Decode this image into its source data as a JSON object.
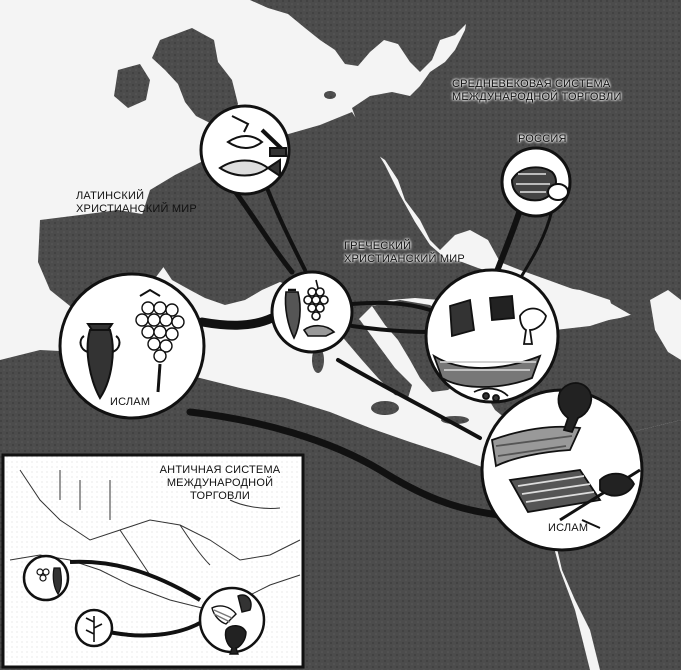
{
  "labels": {
    "medieval_system": [
      "СРЕДНЕВЕКОВАЯ СИСТЕМА",
      "МЕЖДУНАРОДНОЙ ТОРГОВЛИ"
    ],
    "russia": "РОССИЯ",
    "latin_world": [
      "ЛАТИНСКИЙ",
      "ХРИСТИАНСКИЙ МИР"
    ],
    "greek_world": [
      "ГРЕЧЕСКИЙ",
      "ХРИСТИАНСКИЙ МИР"
    ],
    "islam_west": "ИСЛАМ",
    "islam_east": "ИСЛАМ",
    "ancient_system": [
      "АНТИЧНАЯ СИСТЕМА",
      "МЕЖДУНАРОДНОЙ",
      "ТОРГОВЛИ"
    ]
  },
  "colors": {
    "land": "#4a4a4a",
    "sea": "#f4f4f4",
    "route": "#111111",
    "medallion_fill": "#ffffff",
    "medallion_stroke": "#111111"
  },
  "medallions": [
    {
      "name": "medallion-north-fish",
      "icon": "fish-and-tools-icon"
    },
    {
      "name": "medallion-russia-furs",
      "icon": "furs-icon"
    },
    {
      "name": "medallion-greek-wine",
      "icon": "amphora-and-grapes-icon"
    },
    {
      "name": "medallion-islam-west",
      "icon": "amphora-and-grapes-icon"
    },
    {
      "name": "medallion-ships-cups",
      "icon": "ship-and-cups-icon"
    },
    {
      "name": "medallion-islam-east",
      "icon": "ship-carpet-sword-icon"
    }
  ]
}
